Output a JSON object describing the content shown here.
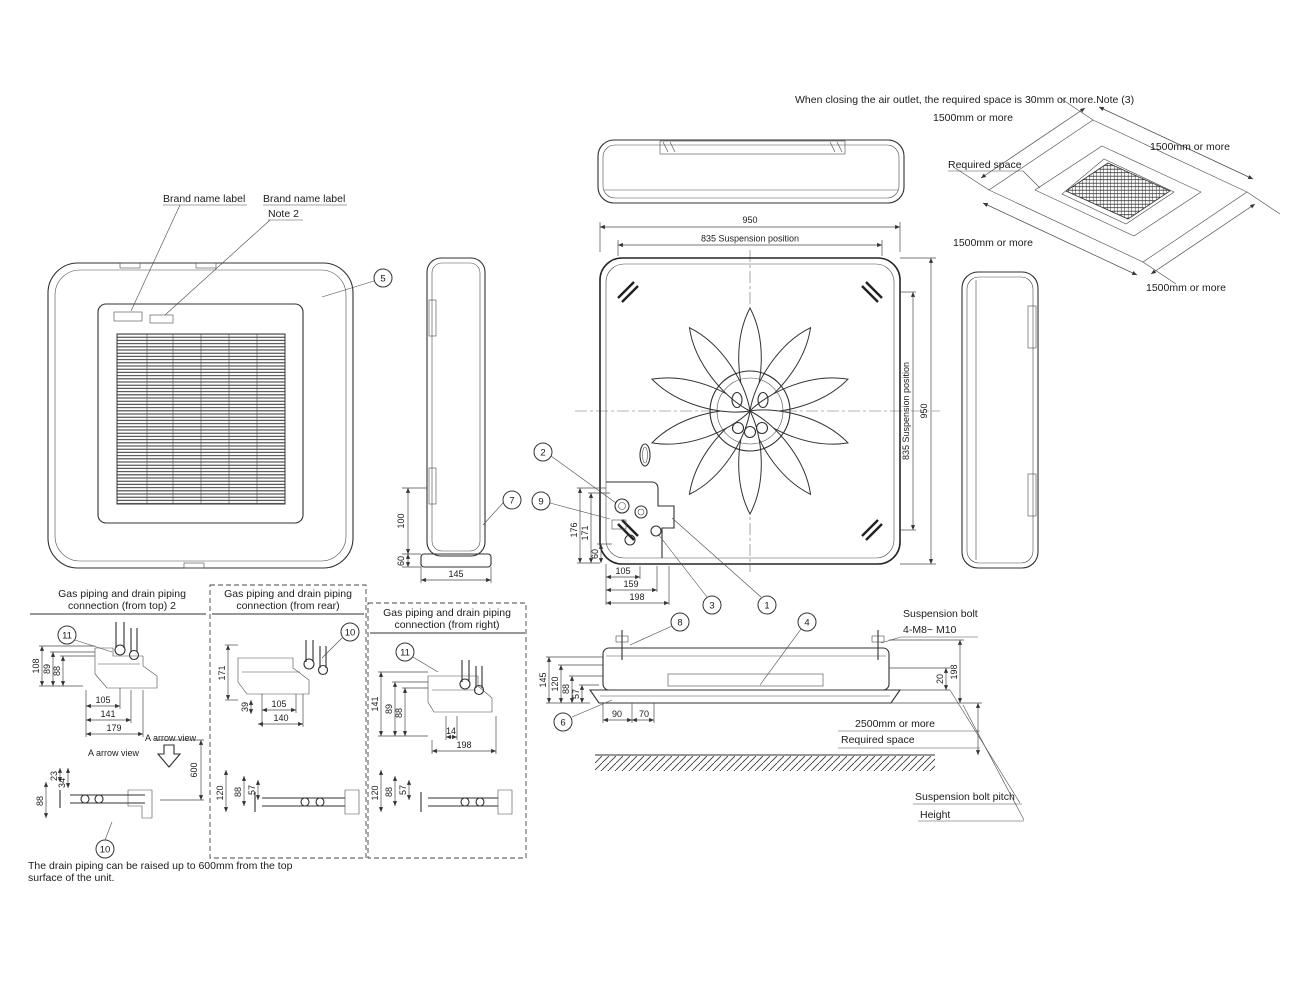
{
  "notes": {
    "air_outlet": "When closing the air outlet, the required space is 30mm or more.Note (3)",
    "drain_line1": "The drain piping can be raised up to 600mm from the top",
    "drain_line2": "surface of the unit."
  },
  "front_view": {
    "brand_label_left": "Brand name label",
    "brand_label_right": "Brand name label",
    "note2": "Note 2",
    "callout": "5"
  },
  "side_left": {
    "d145": "145",
    "d100": "100",
    "d60": "60",
    "callout": "7"
  },
  "plan_view": {
    "d950_top": "950",
    "d835_top": "835 Suspension position",
    "d835_right": "835 Suspension position",
    "d950_right": "950",
    "d176": "176",
    "d171": "171",
    "d60": "60",
    "d105": "105",
    "d159": "159",
    "d198": "198",
    "callout_1": "1",
    "callout_2": "2",
    "callout_3": "3",
    "callout_9": "9"
  },
  "clearance": {
    "top_left": "1500mm  or more",
    "top_right": "1500mm  or more",
    "bottom_left": "1500mm  or more",
    "bottom_right": "1500mm  or more",
    "required_space": "Required space"
  },
  "install_view": {
    "suspension_bolt": "Suspension bolt",
    "bolt_spec": "4-M8~ M10",
    "d145": "145",
    "d120": "120",
    "d88": "88",
    "d57": "57",
    "d90": "90",
    "d70": "70",
    "d20": "20",
    "d198": "198",
    "space2500": "2500mm  or more",
    "required_space": "Required space",
    "bolt_pitch": "Suspension bolt pitch",
    "height": "Height",
    "callout_4": "4",
    "callout_6": "6",
    "callout_8": "8"
  },
  "piping_top": {
    "title1": "Gas piping and drain piping",
    "title2": "connection (from top) 2",
    "callout_11": "11",
    "callout_10": "10",
    "d108": "108",
    "d89": "89",
    "d88": "88",
    "d105": "105",
    "d141": "141",
    "d179": "179",
    "arrow_view_label": "A arrow view",
    "arrow_view_label2": "A arrow view",
    "d600": "600",
    "d23": "23",
    "d34": "34",
    "d88b": "88"
  },
  "piping_rear": {
    "title1": "Gas piping and drain piping",
    "title2": "connection (from rear)",
    "callout_10": "10",
    "d171": "171",
    "d39": "39",
    "d105": "105",
    "d140": "140",
    "d120": "120",
    "d88": "88",
    "d57": "57"
  },
  "piping_right": {
    "title1": "Gas piping and drain piping",
    "title2": "connection (from right)",
    "callout_11": "11",
    "d141": "141",
    "d89": "89",
    "d88": "88",
    "d14": "14",
    "d198": "198",
    "d120": "120",
    "d88b": "88",
    "d57": "57"
  }
}
